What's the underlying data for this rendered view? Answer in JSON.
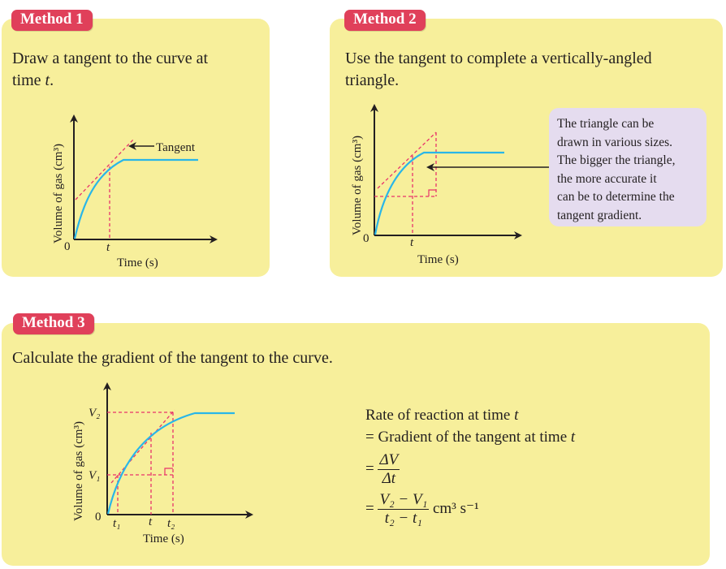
{
  "method1": {
    "badge": "Method 1",
    "text_line1": "Draw a tangent to the curve at",
    "text_line2_prefix": "time ",
    "text_line2_var": "t",
    "text_line2_suffix": ".",
    "ylabel": "Volume of gas  (cm³)",
    "xlabel": "Time (s)",
    "origin": "0",
    "t_label": "t",
    "tangent_label": "Tangent"
  },
  "method2": {
    "badge": "Method 2",
    "text_line1": "Use the tangent to complete a vertically-angled",
    "text_line2": "triangle.",
    "ylabel": "Volume of gas  (cm³)",
    "xlabel": "Time (s)",
    "origin": "0",
    "t_label": "t",
    "note_lines": [
      "The triangle can be",
      "drawn in various sizes.",
      "The bigger the triangle,",
      "the more accurate it",
      "can be to determine the",
      "tangent gradient."
    ]
  },
  "method3": {
    "badge": "Method 3",
    "text": "Calculate the gradient of the tangent to the curve.",
    "ylabel": "Volume of gas (cm³)",
    "xlabel": "Time (s)",
    "origin": "0",
    "x_ticks": [
      "t₁",
      "t",
      "t₂"
    ],
    "y_ticks": [
      "V₁",
      "V₂"
    ],
    "rate_line1_prefix": "Rate of reaction at time ",
    "rate_line1_var": "t",
    "rate_line2_prefix": "= Gradient of the tangent at time ",
    "rate_line2_var": "t",
    "eq": "=",
    "frac1_num": "ΔV",
    "frac1_den": "Δt",
    "frac2_num": "V₂ − V₁",
    "frac2_den": "t₂ − t₁",
    "units": "cm³ s⁻¹"
  },
  "colors": {
    "panel": "#f7ef9b",
    "badge": "#e0405a",
    "curve": "#29b6e8",
    "dashed": "#e8336b",
    "note": "#e5dcef"
  }
}
